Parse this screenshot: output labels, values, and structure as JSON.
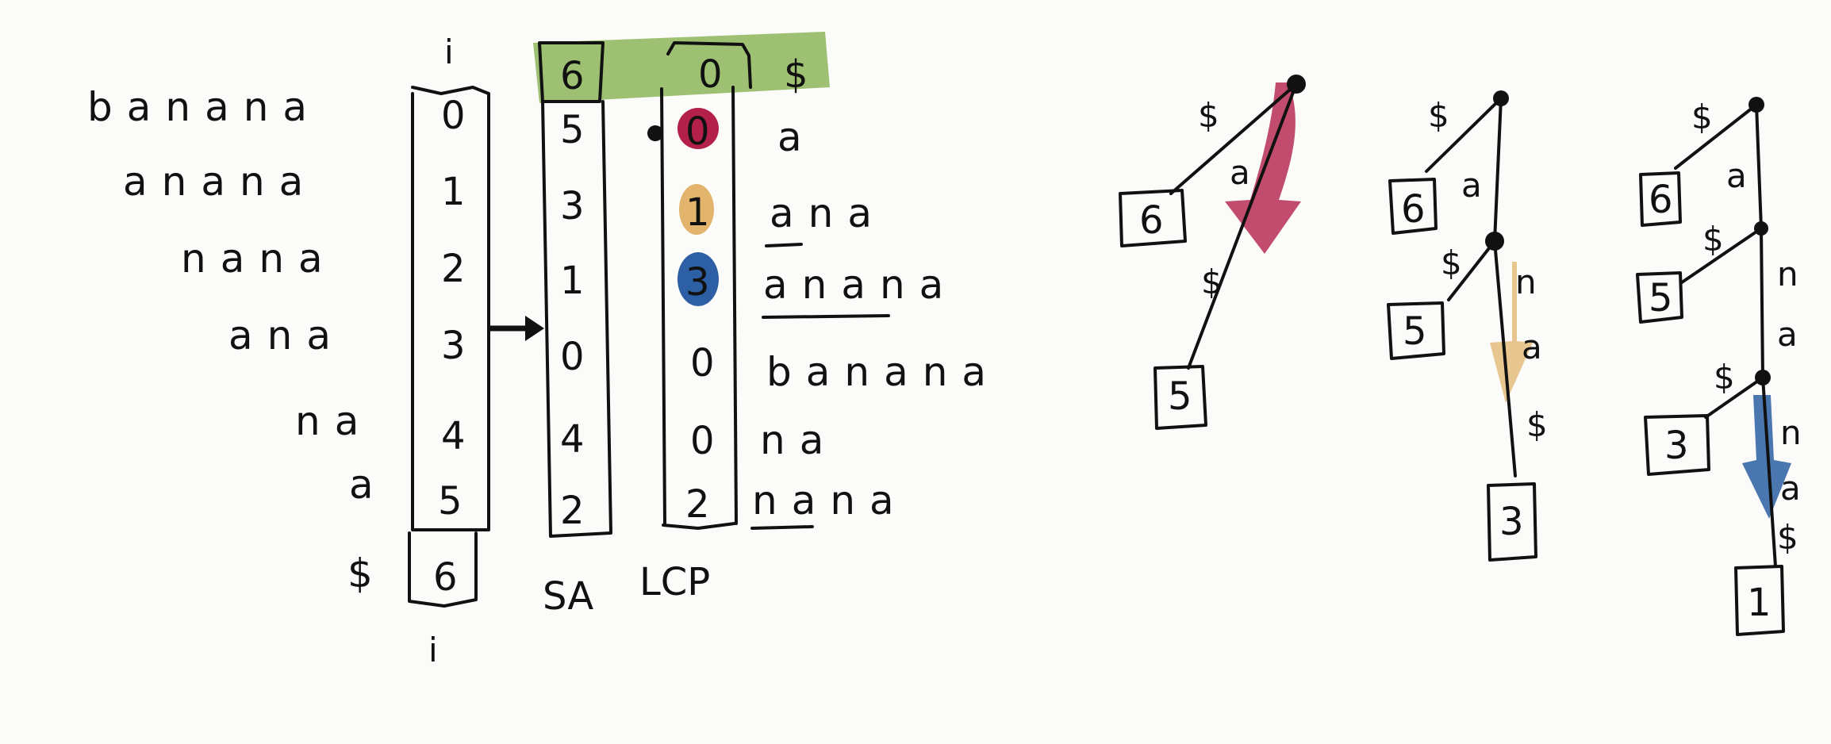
{
  "suffixes": [
    "banana",
    "anana",
    "nana",
    "ana",
    "na",
    "a",
    "$"
  ],
  "index_column": {
    "top_label": "i",
    "bottom_label": "i",
    "values": [
      "0",
      "1",
      "2",
      "3",
      "4",
      "5",
      "6"
    ]
  },
  "sa_column": {
    "label": "SA",
    "header": "6",
    "values": [
      "5",
      "3",
      "1",
      "0",
      "4",
      "2"
    ]
  },
  "lcp_column": {
    "label": "LCP",
    "header": "0",
    "values": [
      "0",
      "1",
      "3",
      "0",
      "0",
      "2"
    ]
  },
  "sorted_suffixes": {
    "header": "$",
    "rows": [
      {
        "text": "a",
        "underlined": ""
      },
      {
        "text": "ana",
        "underlined": "a"
      },
      {
        "text": "anana",
        "underlined": "ana"
      },
      {
        "text": "banana",
        "underlined": ""
      },
      {
        "text": "na",
        "underlined": ""
      },
      {
        "text": "nana",
        "underlined": "na"
      }
    ]
  },
  "highlight_colors": {
    "header_band": "#8db55b",
    "lcp_0": "#b3204a",
    "lcp_1": "#e2b46c",
    "lcp_3": "#2c5fa3"
  },
  "trees": [
    {
      "leaves": [
        "6",
        "5"
      ],
      "edge_labels": [
        "$",
        "a",
        "$"
      ]
    },
    {
      "leaves": [
        "6",
        "5",
        "3"
      ],
      "edge_labels": [
        "$",
        "a",
        "$",
        "n",
        "a",
        "$"
      ]
    },
    {
      "leaves": [
        "6",
        "5",
        "3",
        "1"
      ],
      "edge_labels": [
        "$",
        "a",
        "$",
        "n",
        "a",
        "$",
        "n",
        "a",
        "$"
      ]
    }
  ]
}
